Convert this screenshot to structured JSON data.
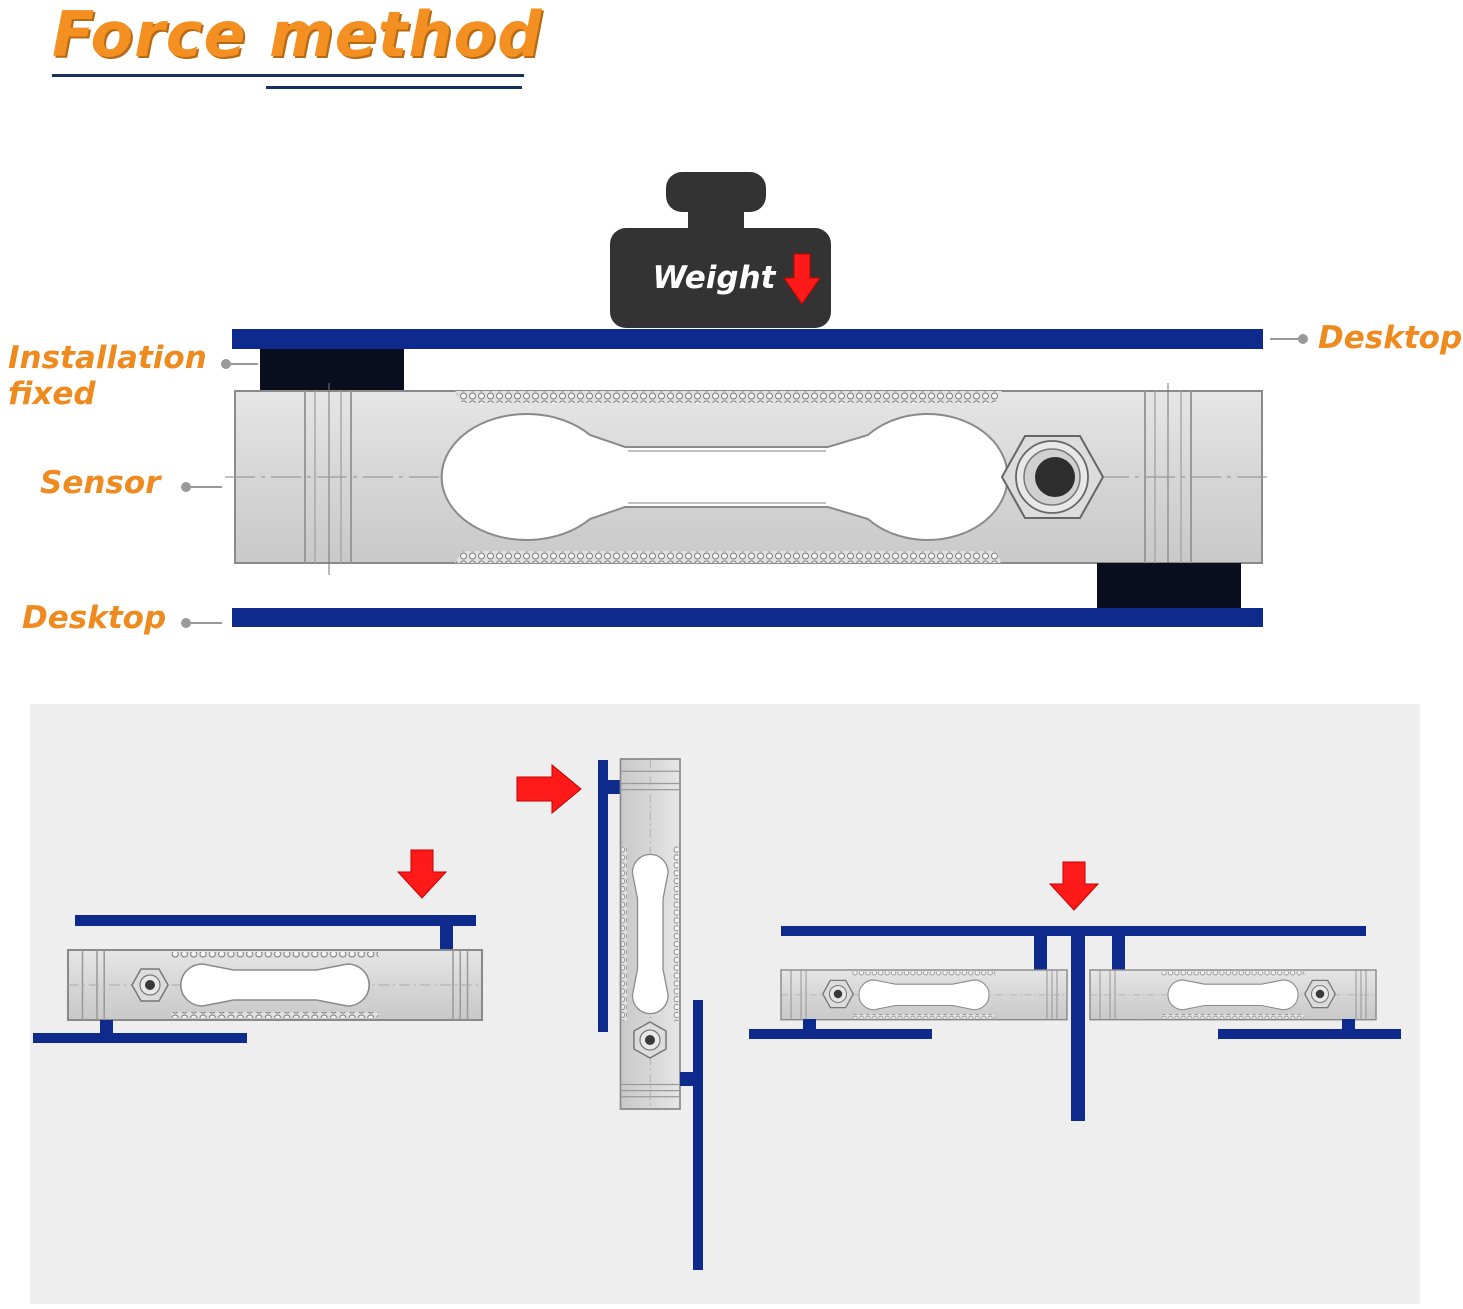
{
  "title": "Force method",
  "diagram": {
    "weight_label": "Weight",
    "labels": {
      "installation_fixed_line1": "Installation",
      "installation_fixed_line2": "fixed",
      "sensor": "Sensor",
      "desktop_top": "Desktop",
      "desktop_bottom": "Desktop"
    },
    "arrow_color": "#ff1a1a",
    "plate_color": "#0e2a8c",
    "block_color": "#0b0e1e",
    "label_color": "#ee8a1e",
    "title_color": "#f39021",
    "icons": [
      "weight-icon",
      "down-arrow-icon",
      "right-arrow-icon",
      "load-cell-sensor-icon"
    ]
  }
}
